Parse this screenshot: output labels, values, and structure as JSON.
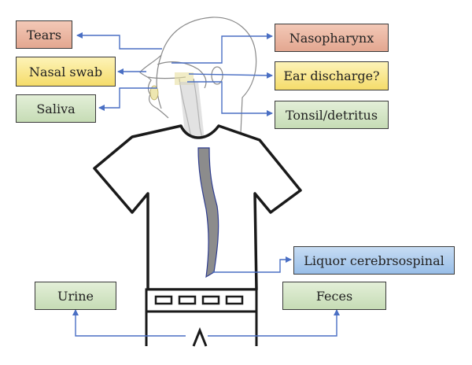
{
  "labels": {
    "tears": "Tears",
    "nasal_swab": "Nasal swab",
    "saliva": "Saliva",
    "nasopharynx": "Nasopharynx",
    "ear_discharge": "Ear discharge?",
    "tonsil": "Tonsil/detritus",
    "liquor": "Liquor cerebrsospinal",
    "urine": "Urine",
    "feces": "Feces"
  },
  "colors": {
    "arrow": "#4a6fc4",
    "outline": "#1a1a1a",
    "spine": "#8c8c8c",
    "tone_red": "#e9b39e",
    "tone_yellow": "#f8e58a",
    "tone_green": "#d3e5c4",
    "tone_blue": "#aecbee"
  }
}
